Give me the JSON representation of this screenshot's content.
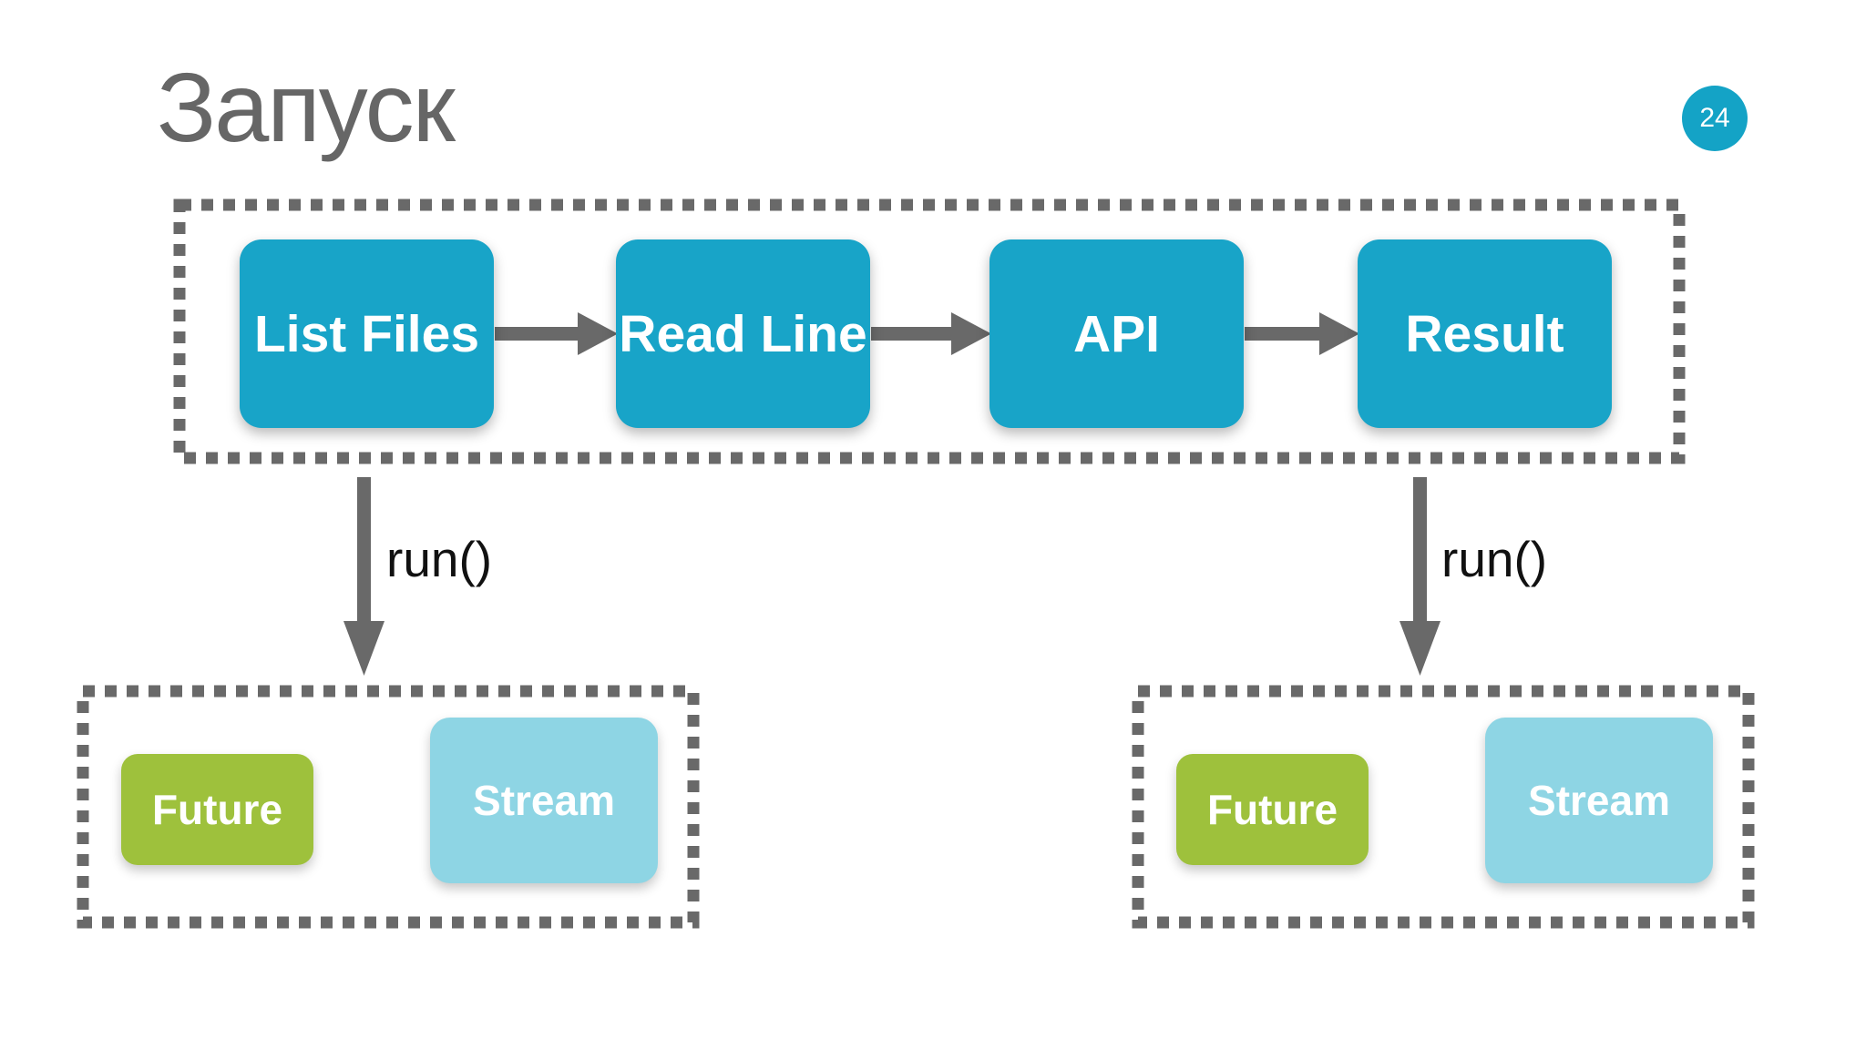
{
  "slide": {
    "title": "Запуск",
    "page_number": "24"
  },
  "pipeline": {
    "steps": [
      {
        "label": "List Files"
      },
      {
        "label": "Read Line"
      },
      {
        "label": "API"
      },
      {
        "label": "Result"
      }
    ]
  },
  "run_calls": {
    "left": {
      "label": "run()"
    },
    "right": {
      "label": "run()"
    }
  },
  "groups": {
    "left": {
      "future": {
        "label": "Future"
      },
      "stream": {
        "label": "Stream"
      }
    },
    "right": {
      "future": {
        "label": "Future"
      },
      "stream": {
        "label": "Stream"
      }
    }
  },
  "colors": {
    "step_box_teal": "#18a4c8",
    "future_green": "#9ec13c",
    "stream_blue": "#8ed5e4",
    "badge_teal": "#14a3c6",
    "connector_gray": "#696969",
    "title_gray": "#666666",
    "run_label_black": "#111111",
    "box_text_white": "#ffffff"
  }
}
